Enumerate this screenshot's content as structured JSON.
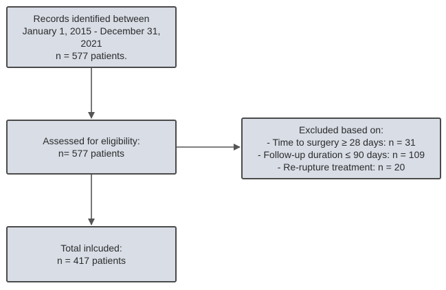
{
  "flowchart": {
    "records": {
      "line1": "Records identified between",
      "line2": "January 1, 2015 - December 31,",
      "line3": "2021",
      "line4": "n = 577 patients."
    },
    "assessed": {
      "line1": "Assessed for eligibility:",
      "line2": "n= 577 patients"
    },
    "excluded": {
      "heading": "Excluded based on:",
      "reasons": [
        "- Time to surgery ≥ 28 days: n = 31",
        "- Follow-up duration ≤ 90 days: n = 109",
        "- Re-rupture treatment: n = 20"
      ]
    },
    "included": {
      "line1": "Total inlcuded:",
      "line2": "n = 417 patients"
    }
  },
  "colors": {
    "box_fill": "#d8dde6",
    "box_border": "#4a4a4a",
    "arrow": "#555555",
    "text": "#2b2b2b"
  }
}
